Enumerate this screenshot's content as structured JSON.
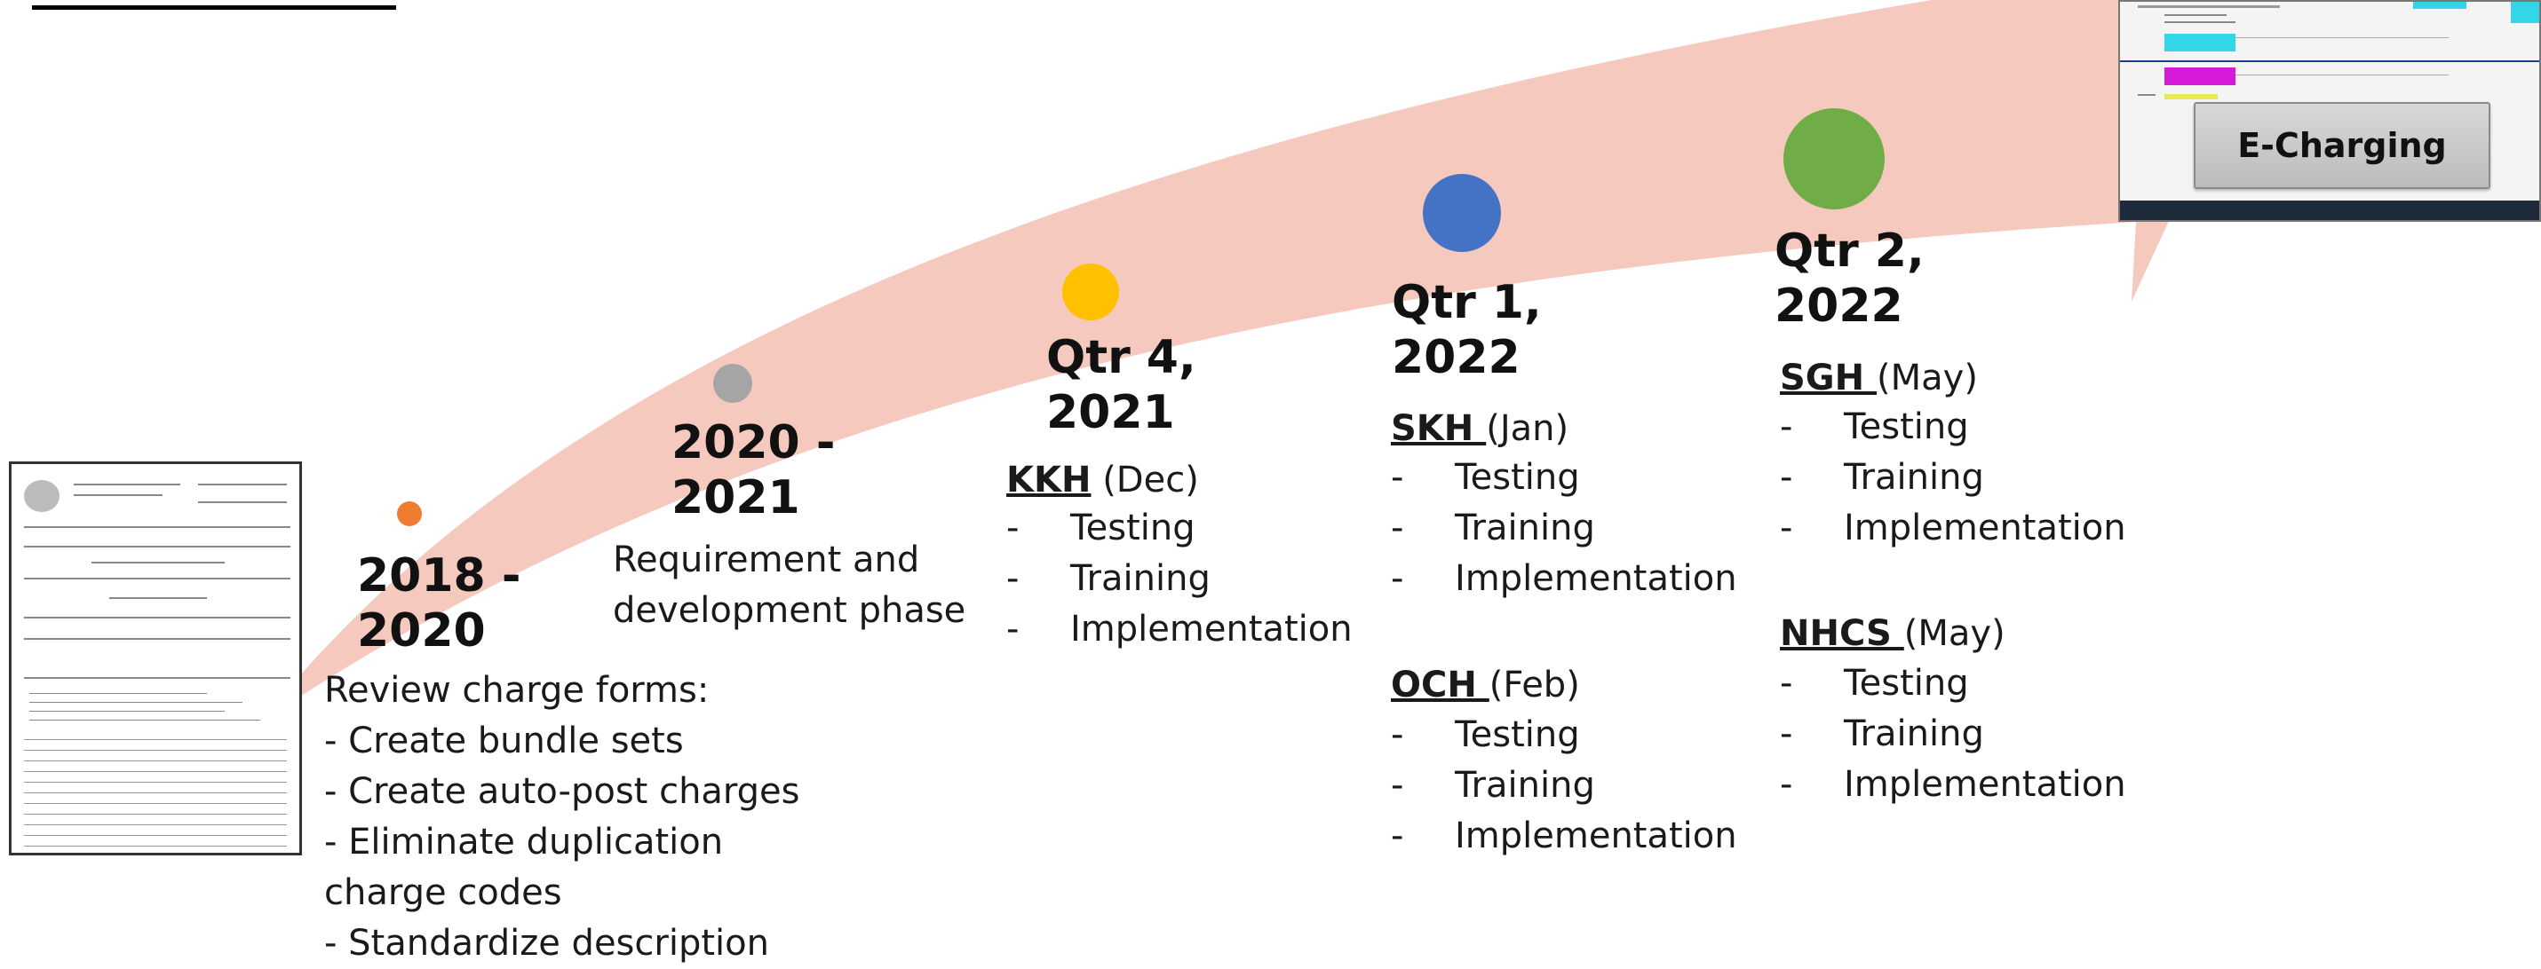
{
  "header_line": true,
  "arrow_color": "#f5c9bd",
  "milestones": [
    {
      "period": "2018 -\n2020",
      "dot_color": "#ee7d31",
      "description_lines": [
        "Review charge forms:",
        "- Create bundle sets",
        "- Create auto-post charges",
        "- Eliminate duplication",
        "charge codes",
        "- Standardize description"
      ]
    },
    {
      "period": "2020 -\n2021",
      "dot_color": "#a5a5a5",
      "description_lines": [
        "Requirement and",
        "development phase"
      ]
    },
    {
      "period": "Qtr 4,\n2021",
      "dot_color": "#ffc000",
      "hospitals": [
        {
          "name": "KKH",
          "month": "(Dec)",
          "tasks": [
            "Testing",
            "Training",
            "Implementation"
          ]
        }
      ]
    },
    {
      "period": "Qtr 1,\n2022",
      "dot_color": "#4472c4",
      "hospitals": [
        {
          "name": "SKH ",
          "month": "(Jan)",
          "tasks": [
            "Testing",
            "Training",
            "Implementation"
          ]
        },
        {
          "name": "OCH ",
          "month": "(Feb)",
          "tasks": [
            "Testing",
            "Training",
            "Implementation"
          ]
        }
      ]
    },
    {
      "period": "Qtr 2,\n2022",
      "dot_color": "#70ad47",
      "hospitals": [
        {
          "name": "SGH ",
          "month": "(May)",
          "tasks": [
            "Testing",
            "Training",
            "Implementation"
          ]
        },
        {
          "name": "NHCS ",
          "month": "(May)",
          "tasks": [
            "Testing",
            "Training",
            "Implementation"
          ]
        }
      ]
    }
  ],
  "task_dash": "-",
  "echarging": {
    "label": "E-Charging"
  }
}
